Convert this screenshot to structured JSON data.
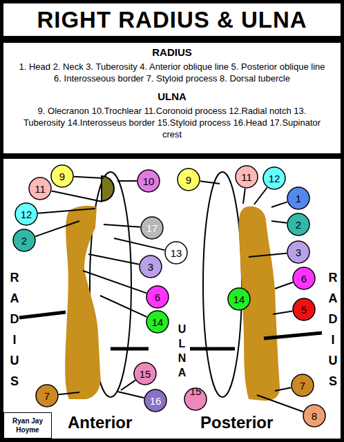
{
  "diagram": {
    "title": "RIGHT RADIUS & ULNA",
    "nodes": [
      {
        "text": [
          "RADIUS",
          "1. Head 2. Neck 3. Tuberosity 4. Anterior oblique line 5. Posterior oblique line 6. Interosseous border 7. Styloid process 8. Dorsal tubercle",
          "ULNA",
          "9. Olecranon 10.Trochlear 11.Coronoid process 12.Radial notch 13. Tuberosity 14.Interosseus border 15.Styloid process 16.Head 17.Supinator crest"
        ]
      },
      {
        "text": [
          "9"
        ]
      },
      {
        "text": [
          "10"
        ]
      },
      {
        "text": [
          "11"
        ]
      },
      {
        "text": [
          "12"
        ]
      },
      {
        "text": [
          "2"
        ]
      },
      {
        "text": [
          "17"
        ]
      },
      {
        "text": [
          "13"
        ]
      },
      {
        "text": [
          "3"
        ]
      },
      {
        "text": [
          "6"
        ]
      },
      {
        "text": [
          "14"
        ]
      },
      {
        "text": [
          "15"
        ]
      },
      {
        "text": [
          "7"
        ]
      },
      {
        "text": [
          "16"
        ]
      },
      {
        "text": [
          "9"
        ]
      },
      {
        "text": [
          "11"
        ]
      },
      {
        "text": [
          "12"
        ]
      },
      {
        "text": [
          "1"
        ]
      },
      {
        "text": [
          "2"
        ]
      },
      {
        "text": [
          "3"
        ]
      },
      {
        "text": [
          "6"
        ]
      },
      {
        "text": [
          "14"
        ]
      },
      {
        "text": [
          "5"
        ]
      },
      {
        "text": [
          "7"
        ]
      },
      {
        "text": [
          "15"
        ]
      },
      {
        "text": [
          "8"
        ]
      },
      {
        "text": [
          "Ryan Jay Hoyme"
        ]
      }
    ],
    "labels": [
      "RADIUS",
      "RADIUS",
      "ULNA",
      "Anterior",
      "Posterior"
    ]
  }
}
